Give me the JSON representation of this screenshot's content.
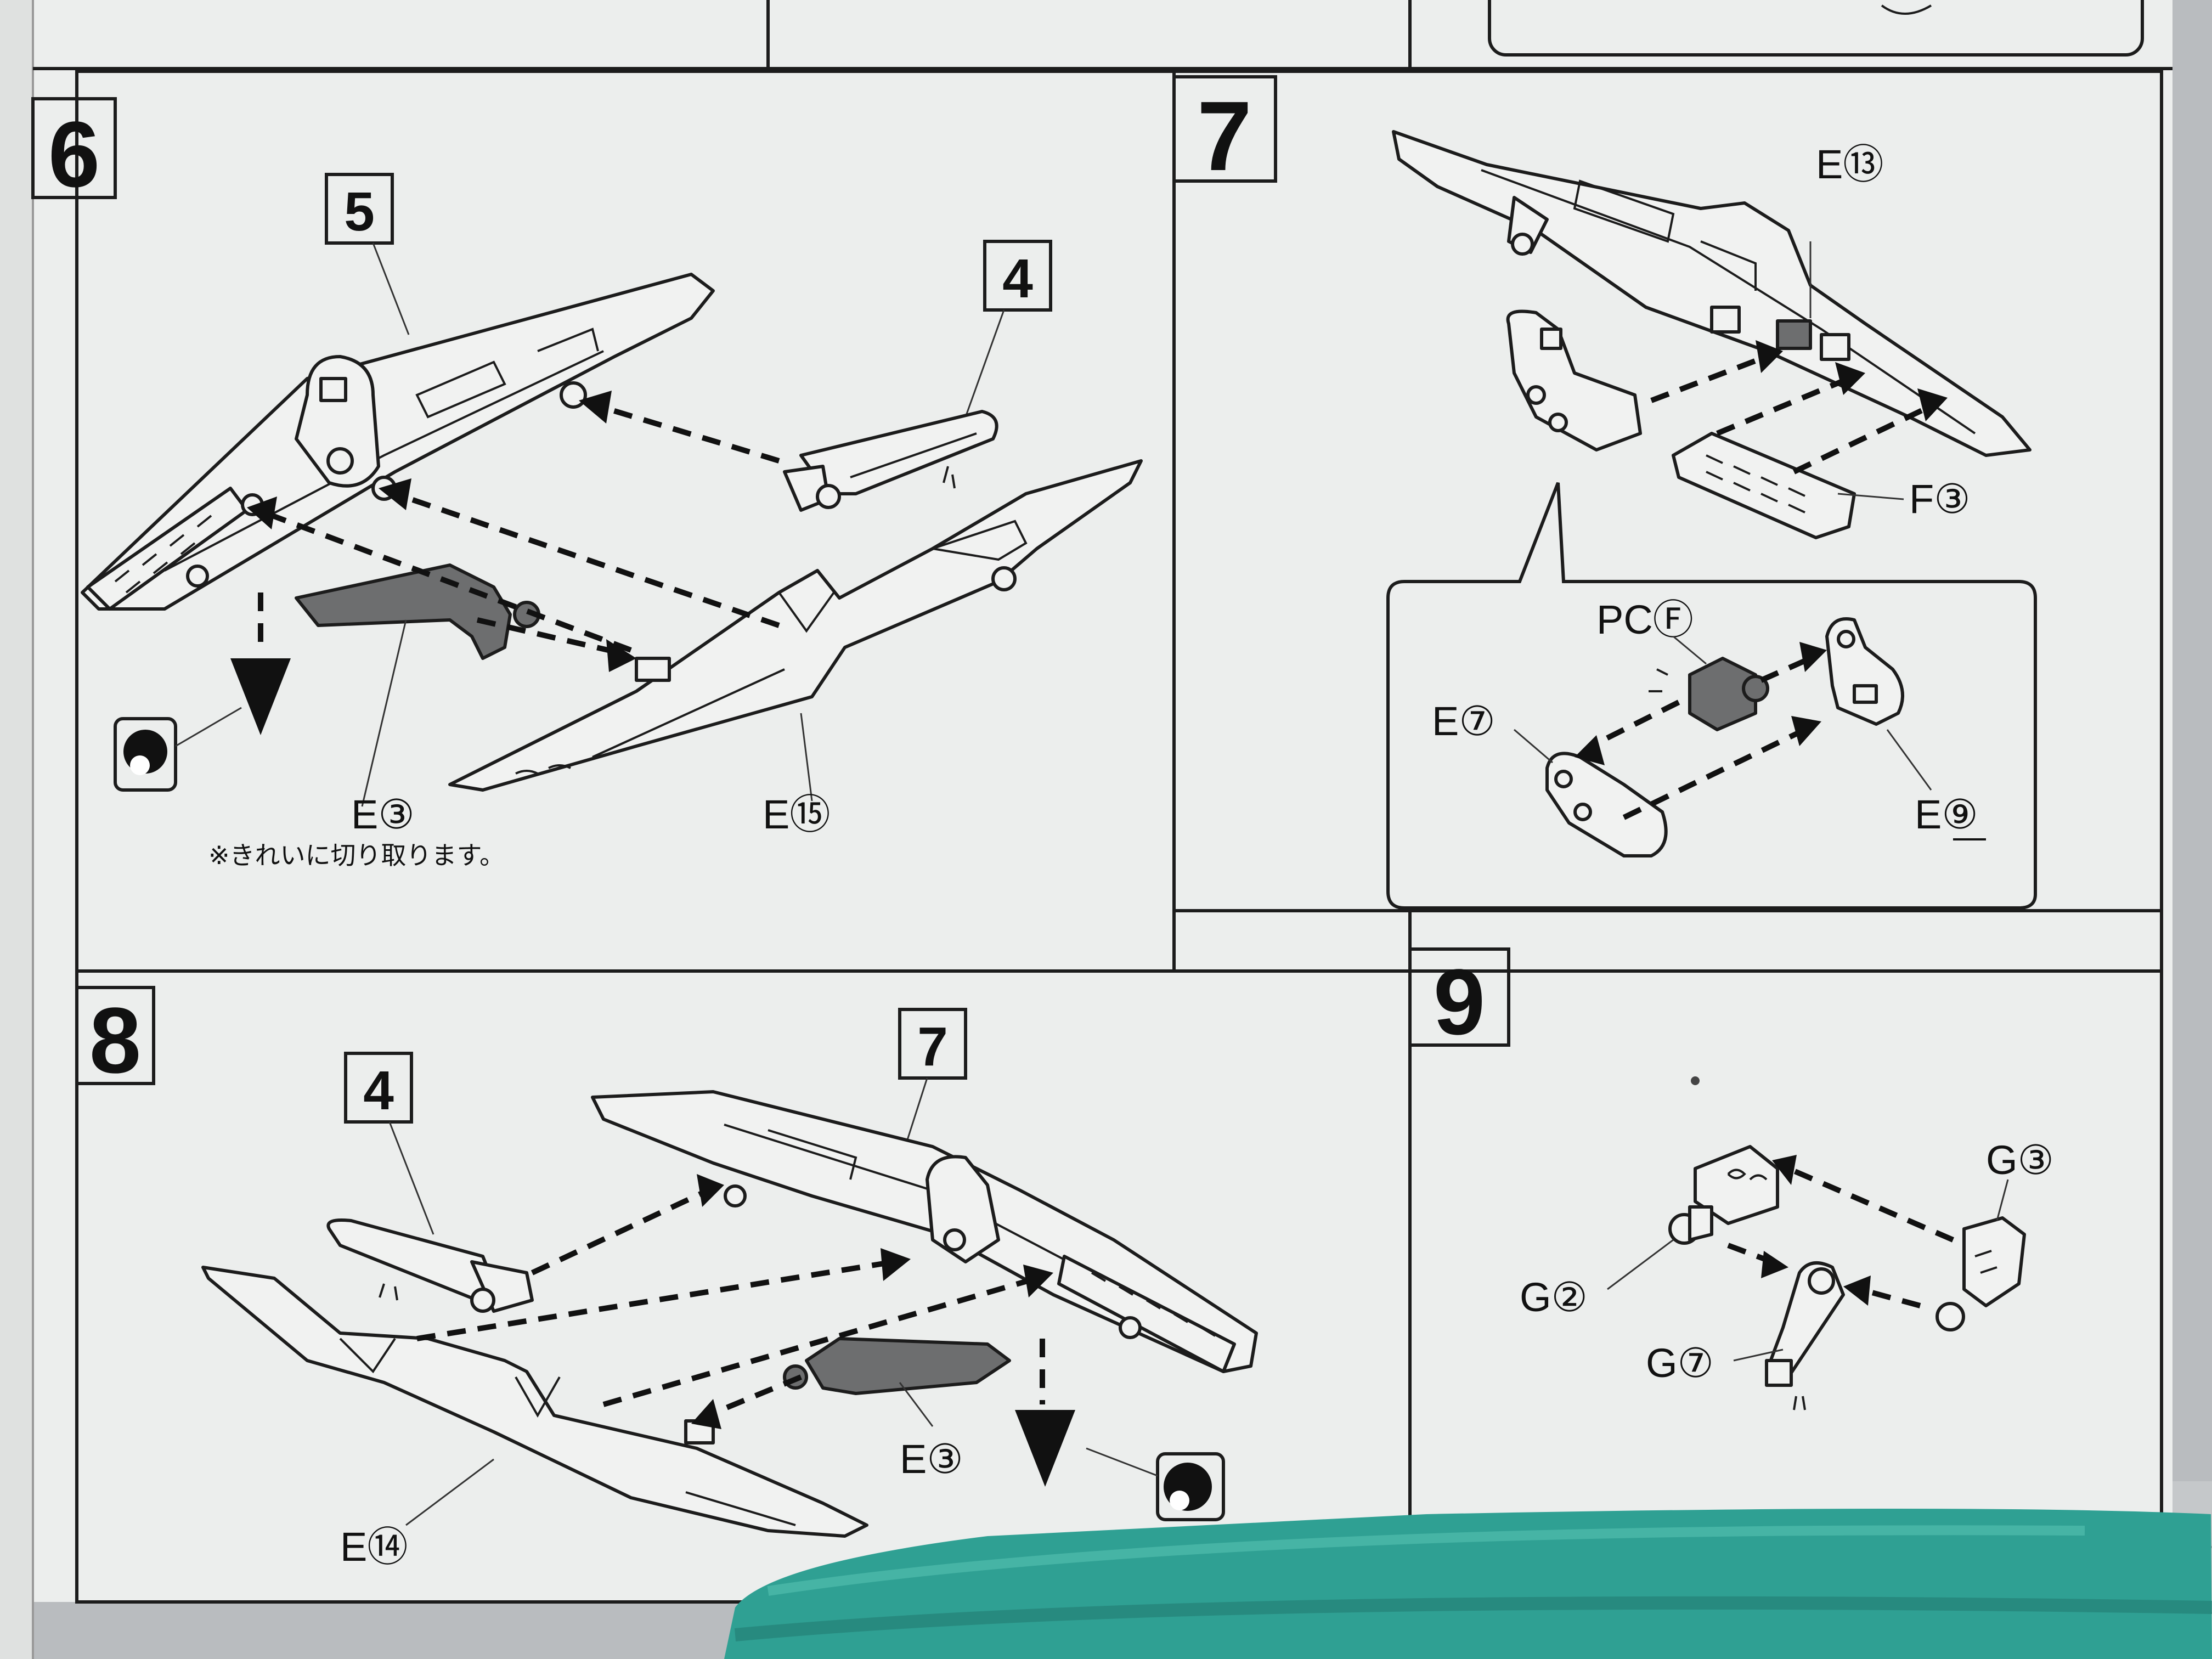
{
  "steps": [
    {
      "number": "6",
      "refs": [
        "5",
        "4"
      ],
      "parts": [
        "E③",
        "E⑮"
      ],
      "note": "※きれいに切り取ります。"
    },
    {
      "number": "7",
      "parts": [
        "E⑬",
        "F③"
      ],
      "inset_parts": [
        "PCⒻ",
        "E⑦",
        "E⑨"
      ]
    },
    {
      "number": "8",
      "refs": [
        "4",
        "7"
      ],
      "parts": [
        "E③",
        "E⑭"
      ]
    },
    {
      "number": "9",
      "parts": [
        "G③",
        "G②",
        "G⑦"
      ]
    }
  ],
  "colors": {
    "paper": "#eceeed",
    "ink": "#1c1c1c",
    "gray_part": "#6d6e6f",
    "tool_teal": "#2fa093"
  }
}
